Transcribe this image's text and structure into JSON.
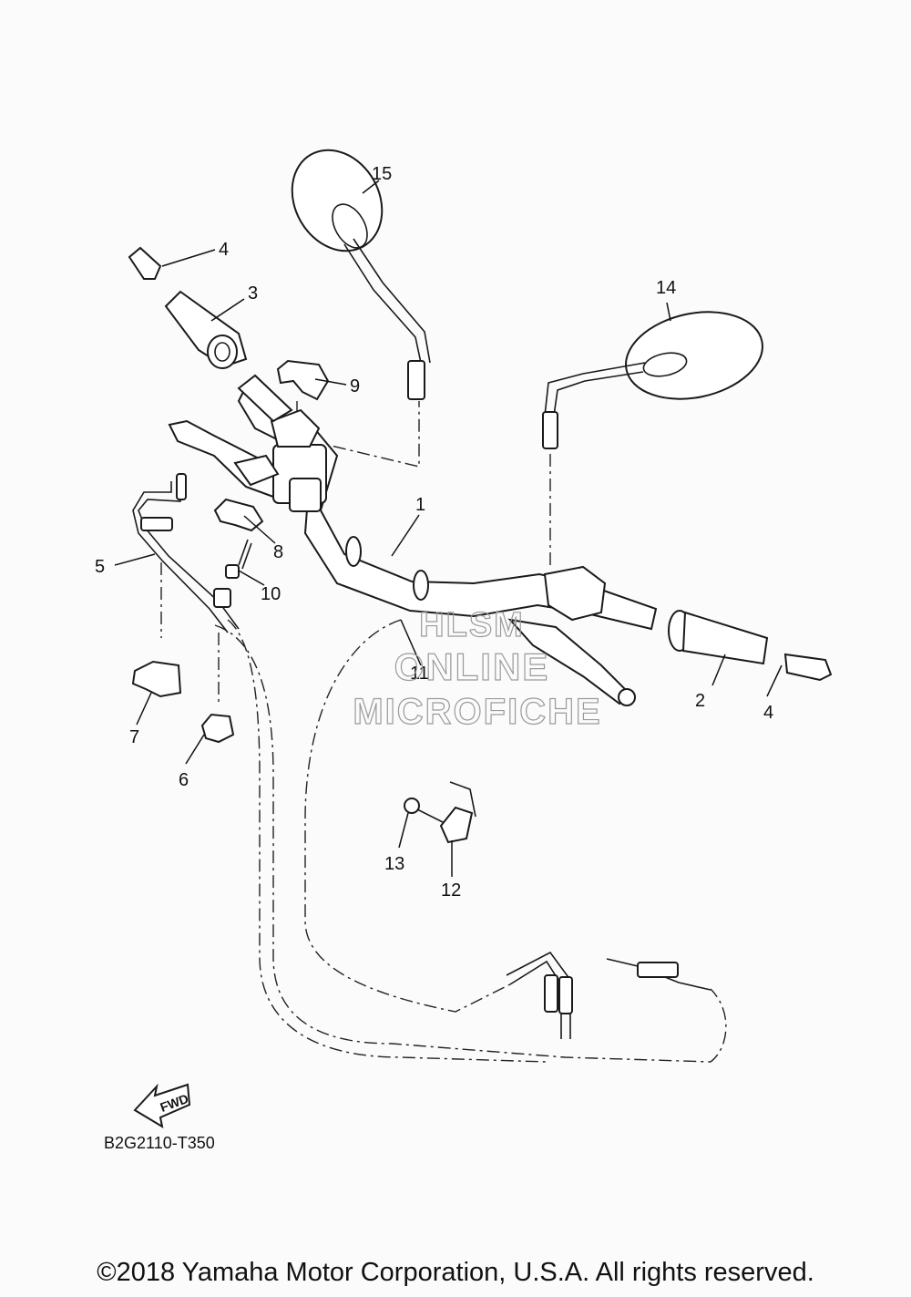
{
  "callouts": [
    "1",
    "2",
    "3",
    "4",
    "4",
    "5",
    "6",
    "7",
    "8",
    "9",
    "10",
    "11",
    "12",
    "13",
    "14",
    "15"
  ],
  "fwd_label": "FWD",
  "watermark": [
    "HLSM",
    "ONLINE",
    "MICROFICHE"
  ],
  "diagram_code": "B2G2110-T350",
  "copyright": "©2018 Yamaha Motor Corporation, U.S.A. All rights reserved."
}
